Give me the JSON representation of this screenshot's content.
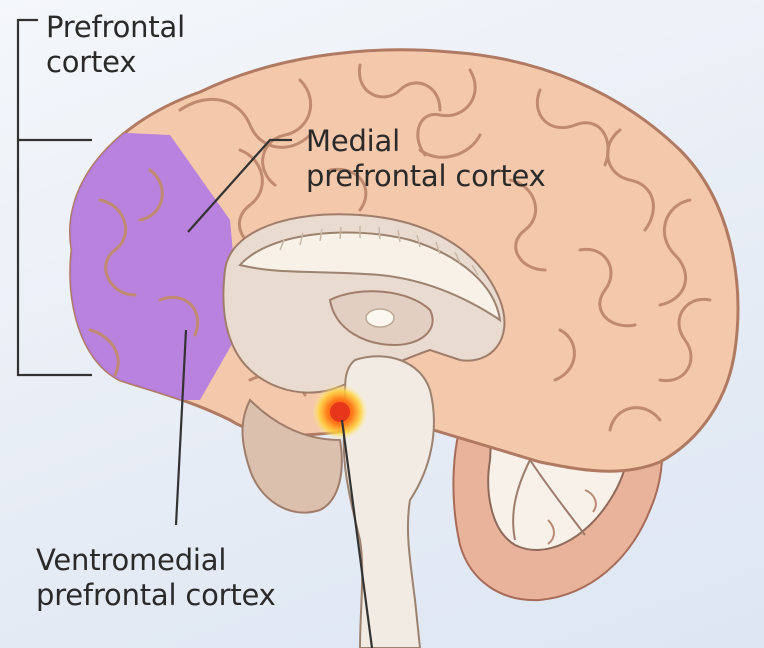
{
  "labels": {
    "prefrontal_cortex": [
      "Prefrontal",
      "cortex"
    ],
    "medial_prefrontal_cortex": [
      "Medial",
      "prefrontal cortex"
    ],
    "ventromedial_prefrontal_cortex": [
      "Ventromedial",
      "prefrontal cortex"
    ]
  },
  "colors": {
    "cortex": "#f4c8ab",
    "highlight_region": "#b57ee0",
    "amygdala_glow": "#f4a22a",
    "leader_lines": "#333333"
  }
}
